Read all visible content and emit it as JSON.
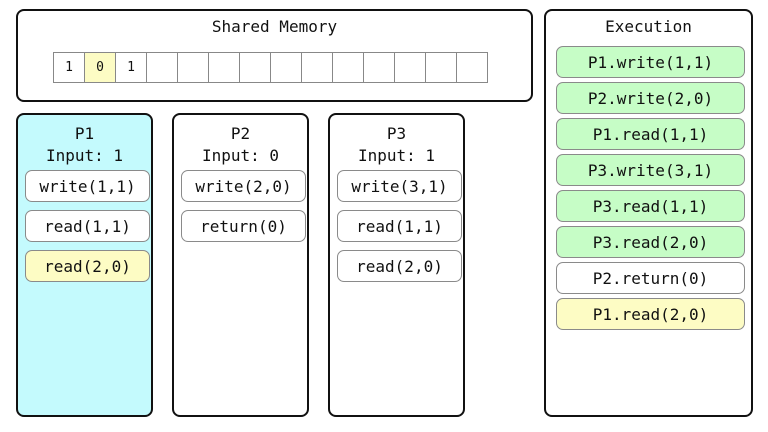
{
  "shared_memory": {
    "title": "Shared Memory",
    "cells": [
      {
        "value": "1",
        "highlight": false
      },
      {
        "value": "0",
        "highlight": true
      },
      {
        "value": "1",
        "highlight": false
      },
      {
        "value": "",
        "highlight": false
      },
      {
        "value": "",
        "highlight": false
      },
      {
        "value": "",
        "highlight": false
      },
      {
        "value": "",
        "highlight": false
      },
      {
        "value": "",
        "highlight": false
      },
      {
        "value": "",
        "highlight": false
      },
      {
        "value": "",
        "highlight": false
      },
      {
        "value": "",
        "highlight": false
      },
      {
        "value": "",
        "highlight": false
      },
      {
        "value": "",
        "highlight": false
      },
      {
        "value": "",
        "highlight": false
      }
    ]
  },
  "processes": [
    {
      "name": "P1",
      "input": "Input: 1",
      "active": true,
      "ops": [
        {
          "label": "write(1,1)",
          "state": "normal"
        },
        {
          "label": "read(1,1)",
          "state": "normal"
        },
        {
          "label": "read(2,0)",
          "state": "current"
        }
      ]
    },
    {
      "name": "P2",
      "input": "Input: 0",
      "active": false,
      "ops": [
        {
          "label": "write(2,0)",
          "state": "normal"
        },
        {
          "label": "return(0)",
          "state": "normal"
        }
      ]
    },
    {
      "name": "P3",
      "input": "Input: 1",
      "active": false,
      "ops": [
        {
          "label": "write(3,1)",
          "state": "normal"
        },
        {
          "label": "read(1,1)",
          "state": "normal"
        },
        {
          "label": "read(2,0)",
          "state": "normal"
        }
      ]
    }
  ],
  "execution": {
    "title": "Execution",
    "items": [
      {
        "label": "P1.write(1,1)",
        "state": "done"
      },
      {
        "label": "P2.write(2,0)",
        "state": "done"
      },
      {
        "label": "P1.read(1,1)",
        "state": "done"
      },
      {
        "label": "P3.write(3,1)",
        "state": "done"
      },
      {
        "label": "P3.read(1,1)",
        "state": "done"
      },
      {
        "label": "P3.read(2,0)",
        "state": "done"
      },
      {
        "label": "P2.return(0)",
        "state": "normal"
      },
      {
        "label": "P1.read(2,0)",
        "state": "current"
      }
    ]
  },
  "colors": {
    "done": "#c6fdc6",
    "current": "#fdfcc4",
    "normal": "#ffffff",
    "active_process": "#c4fafd"
  }
}
